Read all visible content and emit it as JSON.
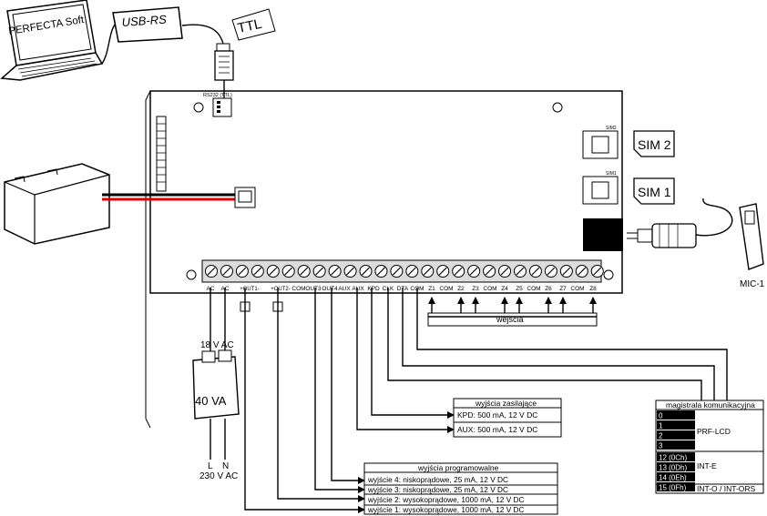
{
  "laptop": {
    "screen_text": "PERFECTA Soft"
  },
  "usb_rs": {
    "label": "USB-RS"
  },
  "ttl": {
    "label": "TTL"
  },
  "board": {
    "rs232_label": "RS232 (TTL)",
    "sim2_slot_label": "SIM2",
    "sim1_slot_label": "SIM1",
    "sim2_card": "SIM 2",
    "sim1_card": "SIM 1",
    "terminals": [
      "AC",
      "AC",
      "+OUT1-",
      "+OUT2-",
      "COM",
      "OUT3",
      "OUT4",
      "AUX",
      "AUX",
      "KPD",
      "CLK",
      "DTA",
      "COM",
      "Z1",
      "COM",
      "Z2",
      "Z3",
      "COM",
      "Z4",
      "Z5",
      "COM",
      "Z6",
      "Z7",
      "COM",
      "Z8"
    ]
  },
  "microphone": {
    "label": "MIC-1"
  },
  "transformer": {
    "top_label": "18 V AC",
    "box_label": "40 VA",
    "pin_l": "L",
    "pin_n": "N",
    "bottom_label": "230 V AC"
  },
  "inputs": {
    "label": "wejścia"
  },
  "power_outputs": {
    "title": "wyjścia zasilające",
    "rows": [
      "KPD: 500 mA, 12 V DC",
      "AUX: 500 mA, 12 V DC"
    ]
  },
  "prog_outputs": {
    "title": "wyjścia programowalne",
    "rows": [
      "wyjście 4: niskoprądowe, 25 mA, 12 V DC",
      "wyjście 3: niskoprądowe, 25 mA, 12 V DC",
      "wyjście 2: wysokoprądowe, 1000 mA, 12 V DC",
      "wyjście 1: wysokoprądowe, 1000 mA, 12 V DC"
    ]
  },
  "bus": {
    "title": "magistrala komunikacyjna",
    "addresses": [
      "0",
      "1",
      "2",
      "3",
      "12 (0Ch)",
      "13 (0Dh)",
      "14 (0Eh)",
      "15 (0Fh)"
    ],
    "groups": [
      "PRF-LCD",
      "INT-E",
      "INT-O / INT-ORS"
    ]
  }
}
